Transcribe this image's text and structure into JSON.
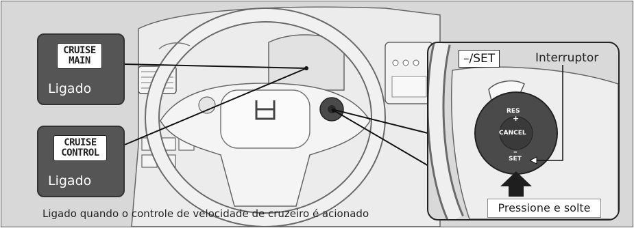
{
  "indicators": {
    "cruise_main": {
      "badge_line1": "CRUISE",
      "badge_line2": "MAIN",
      "label": "Ligado"
    },
    "cruise_control": {
      "badge_line1": "CRUISE",
      "badge_line2": "CONTROL",
      "label": "Ligado"
    }
  },
  "caption": "Ligado quando o controle de velocidade de cruzeiro é acionado",
  "switch_panel": {
    "set_label": "–/SET",
    "switch_label": "Interruptor",
    "res_label": "RES",
    "res_symbol": "+",
    "cancel_label": "CANCEL",
    "set_symbol": "–",
    "set_button_label": "SET",
    "action_label": "Pressione e solte"
  },
  "colors": {
    "callout_fill": "#555555",
    "panel_fill": "#d9d9d9",
    "background": "#d8d8d8"
  }
}
